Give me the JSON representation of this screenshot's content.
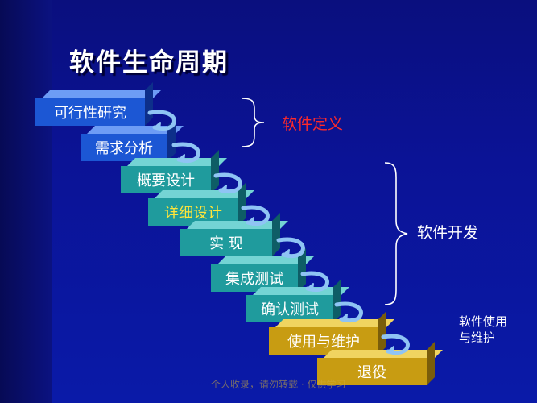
{
  "slide": {
    "title": "软件生命周期",
    "steps": [
      {
        "label": "可行性研究"
      },
      {
        "label": "需求分析"
      },
      {
        "label": "概要设计"
      },
      {
        "label": "详细设计"
      },
      {
        "label": "实 现"
      },
      {
        "label": "集成测试"
      },
      {
        "label": "确认测试"
      },
      {
        "label": "使用与维护"
      },
      {
        "label": "退役"
      }
    ],
    "groups": {
      "definition": "软件定义",
      "development": "软件开发",
      "maintenance_line1": "软件使用",
      "maintenance_line2": "与维护"
    },
    "watermark": "个人收录，请勿转载 · 仅供学习"
  },
  "colors": {
    "background": "#0b1396",
    "step_blue": "#1c57d4",
    "step_teal": "#1f9b9d",
    "step_gold": "#c89c12",
    "definition_label": "#ff2a2a",
    "highlight_text": "#ffe53b",
    "arrow": "#8fc4f4"
  }
}
